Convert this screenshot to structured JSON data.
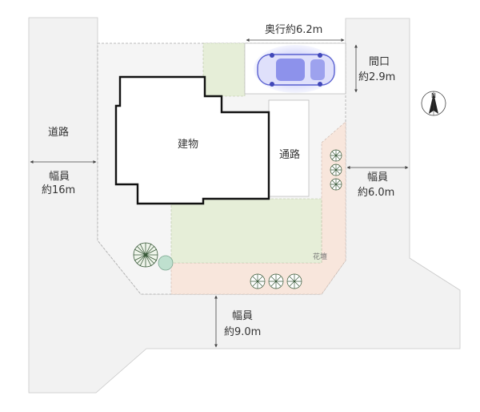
{
  "labels": {
    "road_west": "道路",
    "road_west_width_label": "幅員",
    "road_west_width_value": "約16m",
    "building": "建物",
    "passage": "通路",
    "depth": "奥行約6.2m",
    "frontage_label": "間口",
    "frontage_value": "約2.9m",
    "road_east_width_label": "幅員",
    "road_east_width_value": "約6.0m",
    "road_south_width_label": "幅員",
    "road_south_width_value": "約9.0m",
    "flowerbed": "花壇",
    "compass_north": "N"
  },
  "colors": {
    "road": "#f2f2f2",
    "lot": "#f5f5f5",
    "lawn": "#e6eed8",
    "flowerbed": "#f8e6dc",
    "building_outline": "#111111",
    "dashed_line": "#b0b0b0",
    "car": "#6a72e8"
  }
}
